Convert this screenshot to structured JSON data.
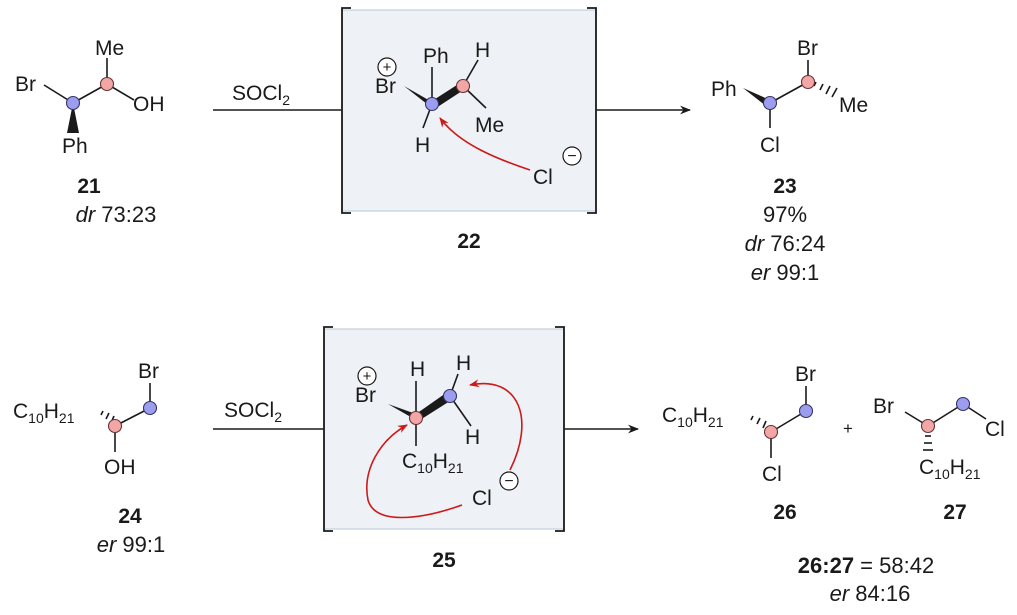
{
  "colors": {
    "atom_blue": "#9d9df0",
    "atom_red": "#f2a6a6",
    "curved_arrow": "#cc1a1a",
    "box_fill": "#eef1f5"
  },
  "reaction1": {
    "reagent": "SOCl",
    "reagent_sub": "2",
    "sm": {
      "br": "Br",
      "me": "Me",
      "oh": "OH",
      "ph": "Ph",
      "number": "21",
      "dr_italic": "dr",
      "dr_value": " 73:23"
    },
    "intermediate": {
      "br": "Br",
      "ph": "Ph",
      "h_top": "H",
      "h_bottom": "H",
      "me": "Me",
      "cl": "Cl",
      "charge_plus": "+",
      "charge_minus": "−",
      "number": "22"
    },
    "product": {
      "ph": "Ph",
      "br": "Br",
      "me": "Me",
      "cl": "Cl",
      "number": "23",
      "yield": "97%",
      "dr_italic": "dr",
      "dr_value": " 76:24",
      "er_italic": "er",
      "er_value": " 99:1"
    }
  },
  "reaction2": {
    "reagent": "SOCl",
    "reagent_sub": "2",
    "sm": {
      "c": "C",
      "c_sub": "10",
      "h": "H",
      "h_sub": "21",
      "br": "Br",
      "oh": "OH",
      "number": "24",
      "er_italic": "er",
      "er_value": " 99:1"
    },
    "intermediate": {
      "br": "Br",
      "h1": "H",
      "h2": "H",
      "h3": "H",
      "c": "C",
      "c_sub": "10",
      "h": "H",
      "h_sub": "21",
      "cl": "Cl",
      "charge_plus": "+",
      "charge_minus": "−",
      "number": "25"
    },
    "product_a": {
      "c": "C",
      "c_sub": "10",
      "h": "H",
      "h_sub": "21",
      "br": "Br",
      "cl": "Cl",
      "number": "26"
    },
    "plus": "+",
    "product_b": {
      "br": "Br",
      "cl": "Cl",
      "c": "C",
      "c_sub": "10",
      "h": "H",
      "h_sub": "21",
      "number": "27"
    },
    "ratio_label": "26:27",
    "ratio_value": " = 58:42",
    "er_italic": "er",
    "er_value": " 84:16"
  }
}
